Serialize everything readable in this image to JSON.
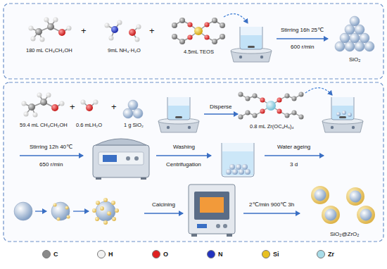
{
  "diagram": {
    "labels": [
      "180 mL CH₃CH₂OH",
      "+",
      "9mL NH₃·H₂O",
      "+",
      "4.5mL TEOS",
      "Stirring 16h 25℃",
      "600 r/min",
      "SiO₂",
      "59.4 mL CH₃CH₂OH",
      "+",
      "0.6 mLH₂O",
      "+",
      "1 g SiO₂",
      "Disperse",
      "0.8 mL Zr(OC₄H₉)₄",
      "Stirring 12h 40℃",
      "650 r/min",
      "Washing",
      "Centrifugation",
      "Water ageing",
      "3 d",
      "Calcining",
      "2℃/min 900℃ 3h",
      "SiO₂@ZrO₂"
    ],
    "legend": [
      {
        "text": "C",
        "color": "#8a8a8a"
      },
      {
        "text": "H",
        "color": "#f2f2f2"
      },
      {
        "text": "O",
        "color": "#e02020"
      },
      {
        "text": "N",
        "color": "#2233c0"
      },
      {
        "text": "Si",
        "color": "#e8c020"
      },
      {
        "text": "Zr",
        "color": "#a8dce8"
      }
    ]
  }
}
